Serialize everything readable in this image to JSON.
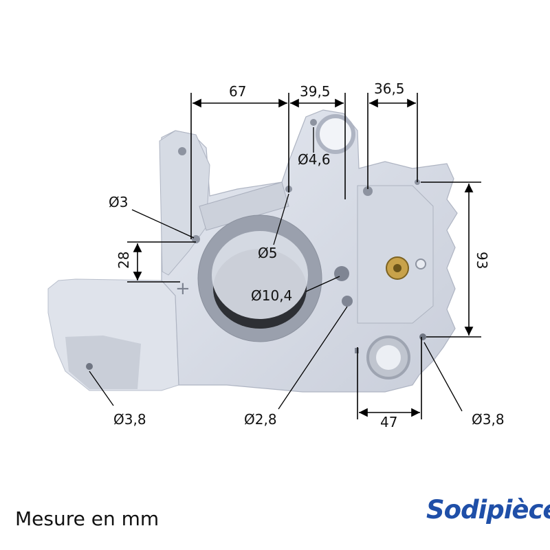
{
  "diagram": {
    "dimensions": {
      "d67": "67",
      "d39_5": "39,5",
      "d36_5": "36,5",
      "d28": "28",
      "d93": "93",
      "d47": "47"
    },
    "diameters": {
      "hole_4_6": "Ø4,6",
      "hole_3": "Ø3",
      "hole_5": "Ø5",
      "hole_10_4": "Ø10,4",
      "hole_3_8_left": "Ø3,8",
      "hole_2_8": "Ø2,8",
      "hole_3_8_right": "Ø3,8"
    },
    "caption": "Mesure en mm"
  },
  "brand": {
    "name": "Sodipièces",
    "color": "#1f4fa8"
  }
}
